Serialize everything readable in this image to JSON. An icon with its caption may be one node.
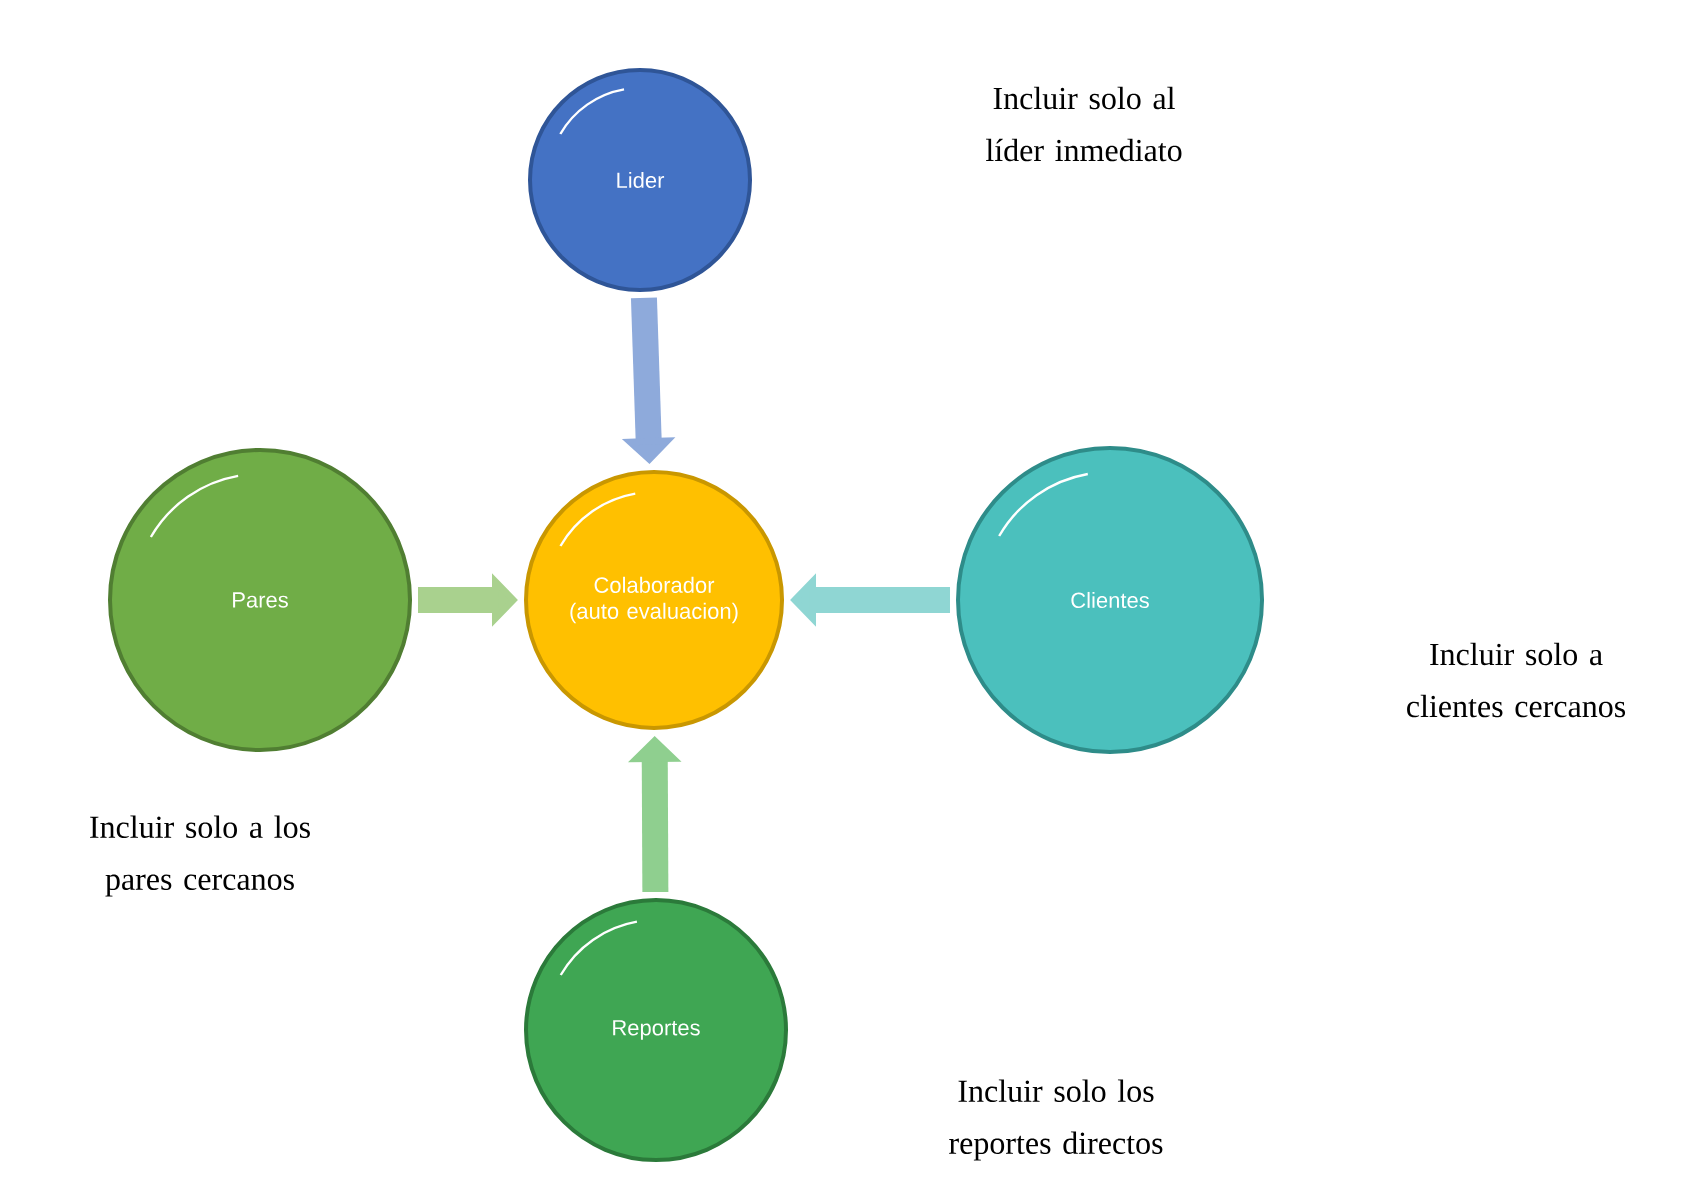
{
  "diagram": {
    "nodes": [
      {
        "text": [
          "Lider"
        ]
      },
      {
        "text": [
          "Pares"
        ],
        "beside": [
          "Incluir solo a los pares cercanos"
        ]
      },
      {
        "text": [
          "Colaborador (auto evaluacion)"
        ]
      },
      {
        "text": [
          "Clientes"
        ]
      },
      {
        "text": [
          "Reportes"
        ]
      }
    ],
    "edges": [
      {
        "from": 0,
        "to": 2,
        "arrow": "to",
        "color": "#8eaadb"
      },
      {
        "from": 1,
        "to": 2,
        "arrow": "to",
        "color": "#a9d18e"
      },
      {
        "from": 3,
        "to": 2,
        "arrow": "to",
        "color": "#8fd6d3"
      },
      {
        "from": 4,
        "to": 2,
        "arrow": "to",
        "color": "#8fcf8f"
      }
    ],
    "labels": [
      "Incluir solo al líder inmediato",
      "Incluir solo a clientes cercanos",
      "Incluir solo los reportes directos"
    ]
  }
}
